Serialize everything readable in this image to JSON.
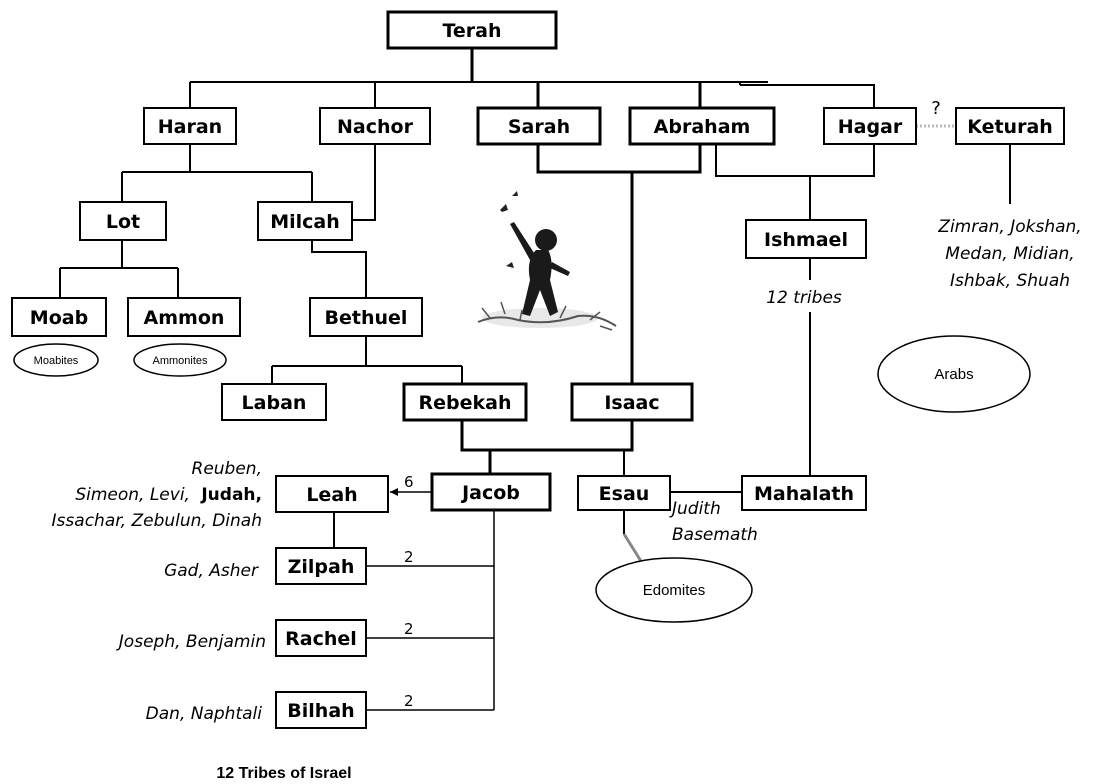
{
  "people": {
    "terah": "Terah",
    "haran": "Haran",
    "nachor": "Nachor",
    "sarah": "Sarah",
    "abraham": "Abraham",
    "hagar": "Hagar",
    "keturah": "Keturah",
    "lot": "Lot",
    "milcah": "Milcah",
    "ishmael": "Ishmael",
    "moab": "Moab",
    "ammon": "Ammon",
    "bethuel": "Bethuel",
    "laban": "Laban",
    "rebekah": "Rebekah",
    "isaac": "Isaac",
    "leah": "Leah",
    "jacob": "Jacob",
    "esau": "Esau",
    "mahalath": "Mahalath",
    "zilpah": "Zilpah",
    "rachel": "Rachel",
    "bilhah": "Bilhah"
  },
  "notes": {
    "question_mark": "?",
    "keturah_children": [
      "Zimran, Jokshan,",
      "Medan, Midian,",
      "Ishbak, Shuah"
    ],
    "ishmael_tribes": "12 tribes",
    "leah_children_1": "Reuben,",
    "leah_children_2": "Simeon, Levi,",
    "leah_children_2b": "Judah,",
    "leah_children_3": "Issachar, Zebulun, Dinah",
    "zilpah_children": "Gad, Asher",
    "rachel_children": "Joseph, Benjamin",
    "bilhah_children": "Dan, Naphtali",
    "esau_wives_1": "Judith",
    "esau_wives_2": "Basemath",
    "count_leah": "6",
    "count_zilpah": "2",
    "count_rachel": "2",
    "count_bilhah": "2"
  },
  "peoples": {
    "moabites": "Moabites",
    "ammonites": "Ammonites",
    "arabs": "Arabs",
    "edomites": "Edomites"
  },
  "caption": "12 Tribes of Israel"
}
